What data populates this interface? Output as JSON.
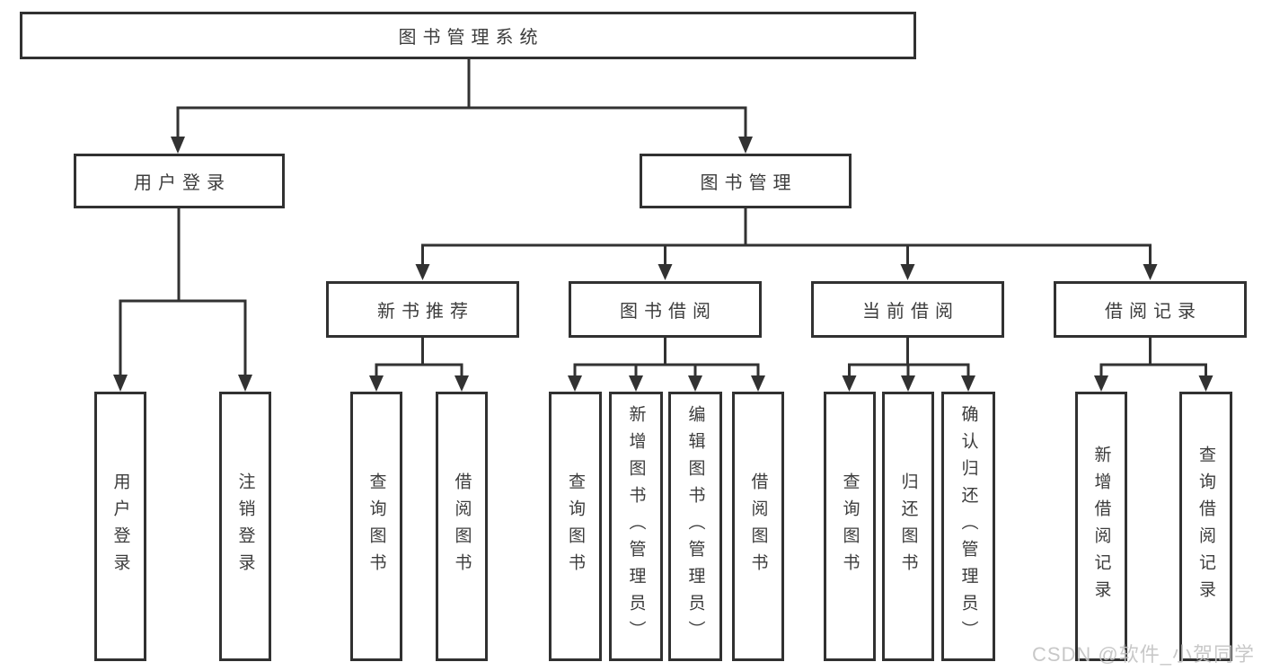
{
  "tree": {
    "label": "图书管理系统",
    "children": [
      {
        "label": "用户登录",
        "children": [
          {
            "label": "用户登录"
          },
          {
            "label": "注销登录"
          }
        ]
      },
      {
        "label": "图书管理",
        "children": [
          {
            "label": "新书推荐",
            "children": [
              {
                "label": "查询图书"
              },
              {
                "label": "借阅图书"
              }
            ]
          },
          {
            "label": "图书借阅",
            "children": [
              {
                "label": "查询图书"
              },
              {
                "label": "新增图书（管理员）"
              },
              {
                "label": "编辑图书（管理员）"
              },
              {
                "label": "借阅图书"
              }
            ]
          },
          {
            "label": "当前借阅",
            "children": [
              {
                "label": "查询图书"
              },
              {
                "label": "归还图书"
              },
              {
                "label": "确认归还（管理员）"
              }
            ]
          },
          {
            "label": "借阅记录",
            "children": [
              {
                "label": "新增借阅记录"
              },
              {
                "label": "查询借阅记录"
              }
            ]
          }
        ]
      }
    ]
  },
  "watermark": {
    "text": "CSDN @软件_小贺同学"
  },
  "colors": {
    "line": "#323232",
    "box_border": "#313131",
    "text": "#3c3c3c",
    "watermark": "#c2c2c2",
    "background": "#ffffff"
  }
}
